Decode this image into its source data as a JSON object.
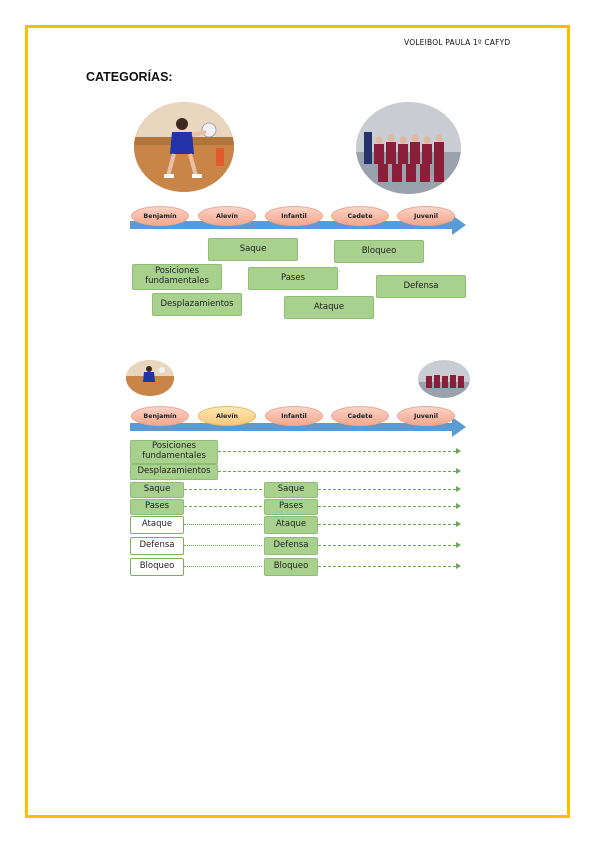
{
  "header": {
    "right_text": "VOLEIBOL PAULA 1º CAFYD"
  },
  "title": "CATEGORÍAS:",
  "slide1": {
    "categories": [
      "Benjamín",
      "Alevín",
      "Infantil",
      "Cadete",
      "Juvenil"
    ],
    "skills": {
      "saque": "Saque",
      "bloqueo": "Bloqueo",
      "posiciones": "Posiciones fundamentales",
      "pases": "Pases",
      "defensa": "Defensa",
      "desplazamientos": "Desplazamientos",
      "ataque": "Ataque"
    }
  },
  "slide2": {
    "categories": [
      "Benjamín",
      "Alevín",
      "Infantil",
      "Cadete",
      "Juvenil"
    ],
    "rows": [
      {
        "left": "Posiciones fundamentales",
        "mid": ""
      },
      {
        "left": "Desplazamientos",
        "mid": ""
      },
      {
        "left": "Saque",
        "mid": "Saque"
      },
      {
        "left": "Pases",
        "mid": "Pases"
      },
      {
        "left": "Ataque",
        "mid": "Ataque"
      },
      {
        "left": "Defensa",
        "mid": "Defensa"
      },
      {
        "left": "Bloqueo",
        "mid": "Bloqueo"
      }
    ]
  },
  "colors": {
    "frame": "#f5c100",
    "arrow": "#5b9bd5",
    "green_box": "#a9d18e",
    "salmon": "#f4a78d"
  }
}
